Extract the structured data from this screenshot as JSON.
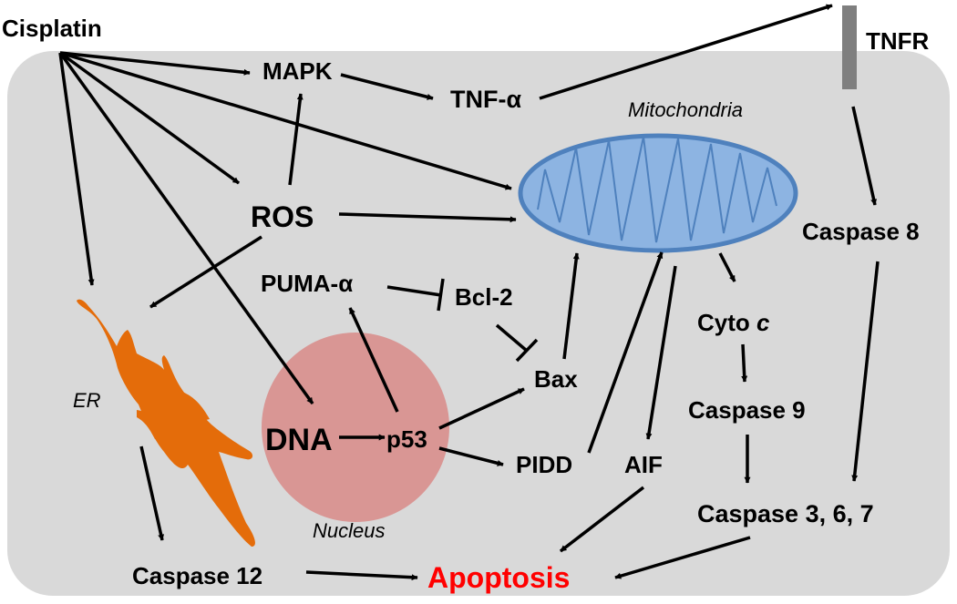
{
  "labels": {
    "cisplatin": "Cisplatin",
    "mapk": "MAPK",
    "tnf": "TNF-α",
    "tnfr": "TNFR",
    "mitochondria": "Mitochondria",
    "ros": "ROS",
    "caspase8": "Caspase 8",
    "puma": "PUMA-α",
    "bcl2": "Bcl-2",
    "cyto_prefix": "Cyto ",
    "cyto_c": "c",
    "er": "ER",
    "bax": "Bax",
    "caspase9": "Caspase 9",
    "dna": "DNA",
    "p53": "p53",
    "pidd": "PIDD",
    "aif": "AIF",
    "caspase367": "Caspase 3, 6, 7",
    "nucleus": "Nucleus",
    "caspase12": "Caspase 12",
    "apoptosis": "Apoptosis"
  },
  "colors": {
    "cell": "#d9d9d9",
    "mitochondria_fill": "#8db4e2",
    "mitochondria_stroke": "#4f81bd",
    "nucleus": "#d99694",
    "er": "#e46c0a",
    "tnfr": "#7f7f7f",
    "apoptosis": "#ff0000"
  }
}
